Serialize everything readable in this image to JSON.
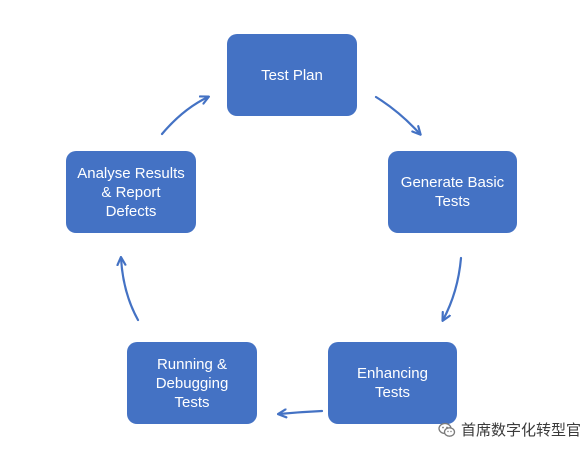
{
  "diagram": {
    "nodes": [
      {
        "id": "test-plan",
        "label": "Test Plan"
      },
      {
        "id": "generate",
        "label": "Generate Basic\nTests"
      },
      {
        "id": "enhancing",
        "label": "Enhancing\nTests"
      },
      {
        "id": "running",
        "label": "Running &\nDebugging\nTests"
      },
      {
        "id": "analyse",
        "label": "Analyse Results\n& Report\nDefects"
      }
    ],
    "edges": [
      {
        "from": "test-plan",
        "to": "generate"
      },
      {
        "from": "generate",
        "to": "enhancing"
      },
      {
        "from": "enhancing",
        "to": "running"
      },
      {
        "from": "running",
        "to": "analyse"
      },
      {
        "from": "analyse",
        "to": "test-plan"
      }
    ],
    "colors": {
      "node_fill": "#4472c4",
      "node_text": "#ffffff",
      "arrow": "#4472c4",
      "background": "#ffffff"
    }
  },
  "watermark": {
    "icon": "wechat-icon",
    "text": "首席数字化转型官"
  }
}
